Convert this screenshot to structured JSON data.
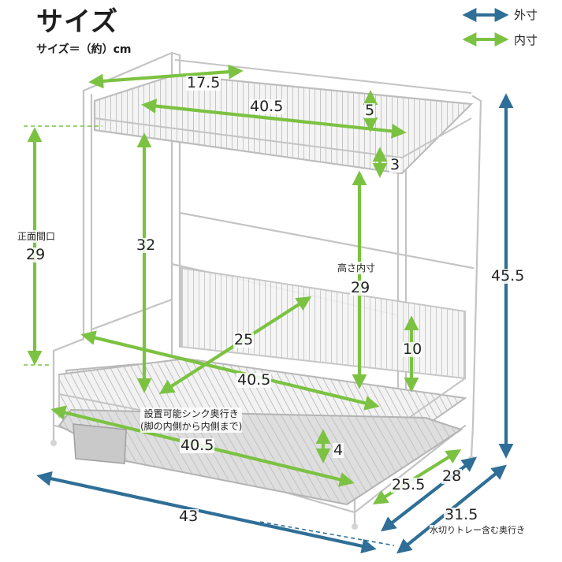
{
  "header": {
    "title": "サイズ",
    "subtitle": "サイズ＝（約）cm"
  },
  "legend": {
    "outer_label": "外寸",
    "inner_label": "内寸",
    "outer_color": "#2f6f97",
    "inner_color": "#7cc242"
  },
  "dimensions": {
    "top_shelf_depth": "17.5",
    "top_shelf_width": "40.5",
    "top_shelf_height": "5",
    "top_shelf_gap": "3",
    "front_opening_caption": "正面間口",
    "front_opening": "29",
    "shelf_clearance": "32",
    "inner_height_caption": "高さ内寸",
    "inner_height": "29",
    "total_height": "45.5",
    "lower_basket_depth": "25",
    "lower_basket_height": "10",
    "lower_basket_width": "40.5",
    "sink_depth_caption_line1": "設置可能シンク奥行き",
    "sink_depth_caption_line2": "(脚の内側から内側まで)",
    "tray_width": "40.5",
    "tray_height": "4",
    "sink_depth": "25.5",
    "overall_depth": "28",
    "depth_with_tray": "31.5",
    "depth_with_tray_caption": "水切りトレー含む奥行き",
    "overall_width": "43"
  }
}
